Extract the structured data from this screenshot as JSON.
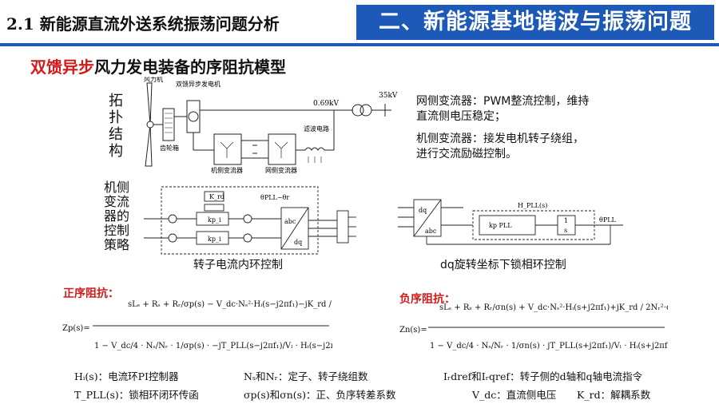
{
  "header": {
    "left_title": "2.1 新能源直流外送系统振荡问题分析",
    "right_title": "二、新能源基地谐波与振荡问题",
    "accent_color": "#1d5ab8"
  },
  "subtitle": {
    "highlight": "双馈异步",
    "rest": "风力发电装备的序阻抗模型",
    "highlight_color": "#d21a1a"
  },
  "topology": {
    "side_label": "拓扑结构",
    "labels": {
      "wind_turbine": "风力机",
      "dfig": "双馈异步发电机",
      "gearbox": "齿轮箱",
      "voltage_low": "0.69kV",
      "voltage_high": "35kV",
      "filter": "滤波电路",
      "rsc": "机侧变流器",
      "gsc": "网侧变流器"
    },
    "notes": [
      "网侧变流器：PWM整流控制，维持",
      "直流侧电压稳定；",
      "机侧变流器：接发电机转子绕组，",
      "进行交流励磁控制。"
    ]
  },
  "control": {
    "side_label": "机侧变流器的控制策略",
    "left_caption": "转子电流内环控制",
    "right_caption": "dq旋转坐标下锁相环控制"
  },
  "positive": {
    "label": "正序阻抗：",
    "color": "#d21a1a"
  },
  "negative": {
    "label": "负序阻抗：",
    "color": "#d21a1a"
  },
  "legend": [
    {
      "sym": "Hᵢ(s)",
      "text": "：电流环PI控制器"
    },
    {
      "sym": "Nₛ和Nᵣ",
      "text": "：定子、转子绕组数"
    },
    {
      "sym": "Iᵣdref和Iᵣqref",
      "text": "：转子侧的d轴和q轴电流指令"
    },
    {
      "sym": "T_PLL(s)",
      "text": "：锁相环闭环传函"
    },
    {
      "sym": "σp(s)和σn(s)",
      "text": "：正、负序转差系数"
    },
    {
      "sym": "V_dc",
      "text": "：直流侧电压"
    },
    {
      "sym": "K_rd",
      "text": "：解耦系数"
    }
  ]
}
